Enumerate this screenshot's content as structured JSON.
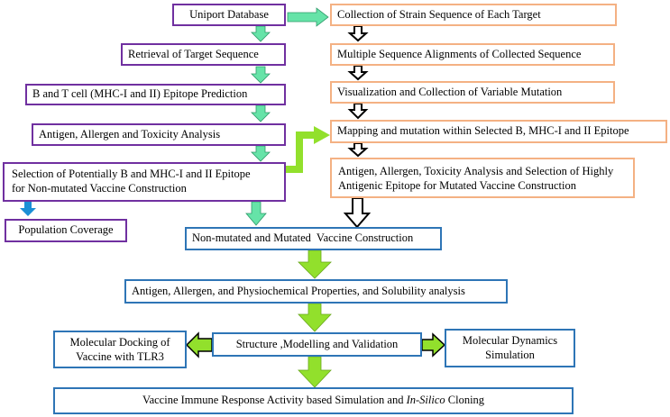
{
  "left_column": {
    "uniport": "Uniport Database",
    "retrieval": "Retrieval of Target Sequence",
    "epitope_prediction": "B and T cell (MHC-I and II) Epitope Prediction",
    "analysis": "Antigen, Allergen and Toxicity Analysis",
    "selection_line1": "Selection of Potentially B and MHC-I and II Epitope",
    "selection_line2": "for Non-mutated Vaccine Construction",
    "population": "Population Coverage"
  },
  "right_column": {
    "collection": "Collection of Strain Sequence of Each Target",
    "msa": "Multiple Sequence Alignments of Collected Sequence",
    "visualization": "Visualization and Collection of Variable Mutation",
    "mapping": "Mapping and mutation within Selected B, MHC-I and II Epitope",
    "antigenic_line1": "Antigen, Allergen, Toxicity Analysis and Selection of Highly",
    "antigenic_line2": "Antigenic Epitope for Mutated Vaccine Construction"
  },
  "bottom_flow": {
    "construction": "Non-mutated and Mutated  Vaccine Construction",
    "properties": "Antigen, Allergen, and Physiochemical Properties, and Solubility analysis",
    "structure": "Structure ,Modelling and Validation",
    "docking_line1": "Molecular Docking of",
    "docking_line2": "Vaccine with TLR3",
    "dynamics_line1": "Molecular Dynamics",
    "dynamics_line2": "Simulation",
    "final_prefix": "Vaccine Immune Response Activity based Simulation and ",
    "final_italic": "In-Silico",
    "final_suffix": " Cloning"
  },
  "colors": {
    "purple_border": "#7030a0",
    "orange_border": "#f4b183",
    "blue_border": "#2e75b6",
    "arrow_teal": "#66e3a8",
    "arrow_green": "#92e02c",
    "arrow_black": "#000000",
    "arrow_blue": "#1b8fd6"
  }
}
